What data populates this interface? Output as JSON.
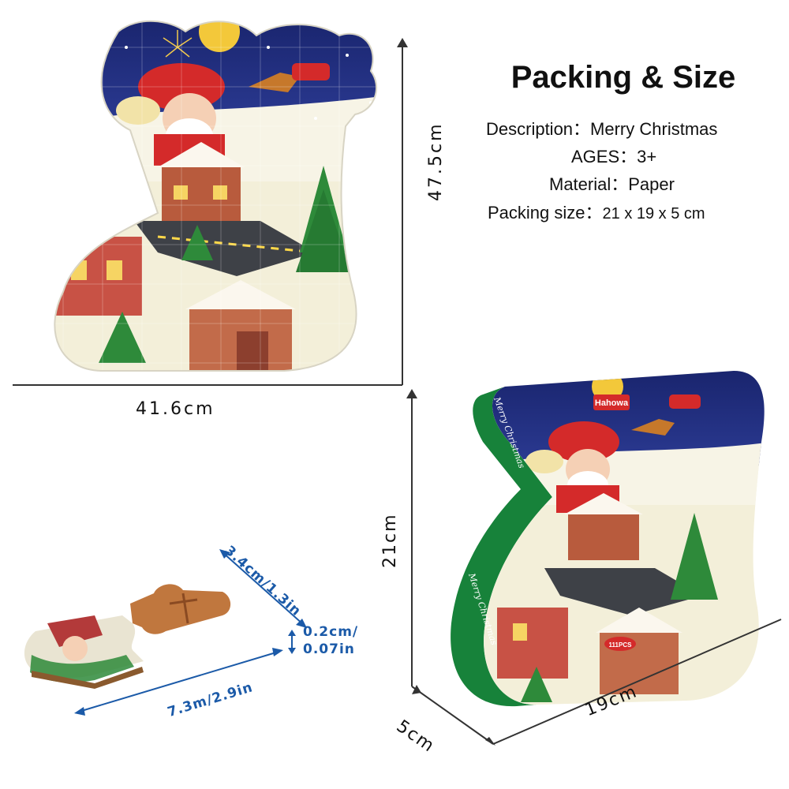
{
  "heading": "Packing & Size",
  "specs": [
    {
      "label": "Description：",
      "value": "Merry Christmas"
    },
    {
      "label": "AGES：",
      "value": "3+"
    },
    {
      "label": "Material：",
      "value": "Paper"
    },
    {
      "label": "Packing size：",
      "value": "21 x 19 x 5 cm"
    }
  ],
  "puzzle_dimensions": {
    "width": "41.6cm",
    "height": "47.5cm"
  },
  "box_dimensions": {
    "height": "21cm",
    "depth": "5cm",
    "width": "19cm"
  },
  "piece_dimensions": {
    "width": "3.4cm/1.3in",
    "length": "7.3m/2.9in",
    "thickness": "0.2cm/ 0.07in"
  },
  "box_text": {
    "brand": "Hahowa",
    "side_text": "Merry Christmas",
    "count": "111PCS"
  },
  "colors": {
    "sky": "#1d2b78",
    "snow": "#f3efd9",
    "box_green": "#17823a",
    "arrow_blue": "#1b5aa8",
    "santa_red": "#d42a2a"
  }
}
